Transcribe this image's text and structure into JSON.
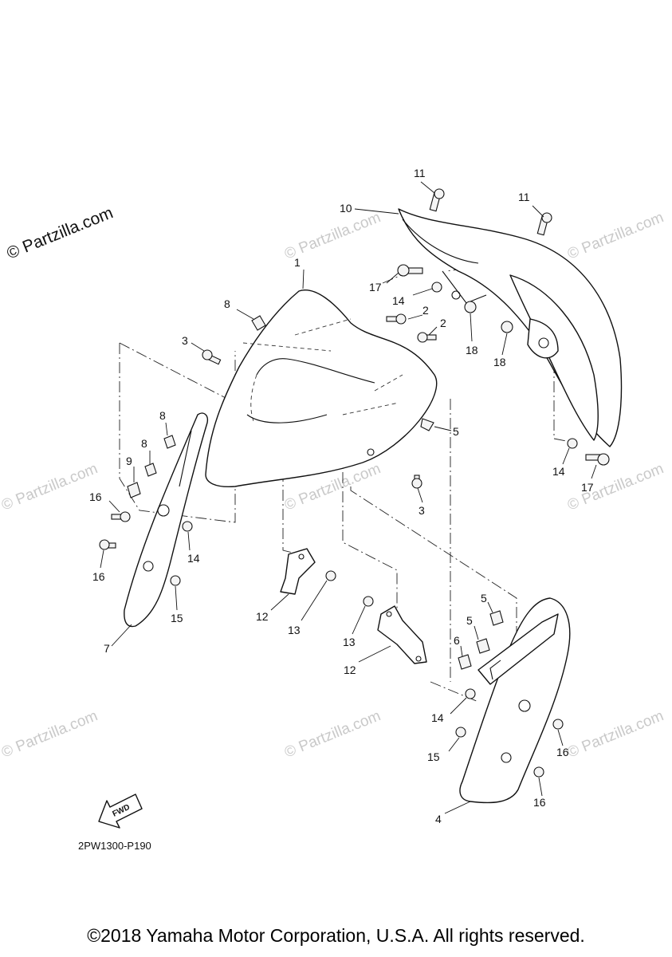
{
  "watermark": {
    "main_text": "© Partzilla.com",
    "faint_text": "© Partzilla.com"
  },
  "direction_marker": {
    "label": "FWD"
  },
  "diagram_code": "2PW1300-P190",
  "copyright": "©2018 Yamaha Motor Corporation, U.S.A. All rights reserved.",
  "callouts": {
    "c1": "1",
    "c2a": "2",
    "c2b": "2",
    "c3a": "3",
    "c3b": "3",
    "c4": "4",
    "c5a": "5",
    "c5b": "5",
    "c5c": "5",
    "c6": "6",
    "c7": "7",
    "c8a": "8",
    "c8b": "8",
    "c8c": "8",
    "c9": "9",
    "c10": "10",
    "c11a": "11",
    "c11b": "11",
    "c12a": "12",
    "c12b": "12",
    "c13a": "13",
    "c13b": "13",
    "c14a": "14",
    "c14b": "14",
    "c14c": "14",
    "c14d": "14",
    "c15a": "15",
    "c15b": "15",
    "c16a": "16",
    "c16b": "16",
    "c16c": "16",
    "c16d": "16",
    "c17a": "17",
    "c17b": "17",
    "c18a": "18",
    "c18b": "18"
  }
}
